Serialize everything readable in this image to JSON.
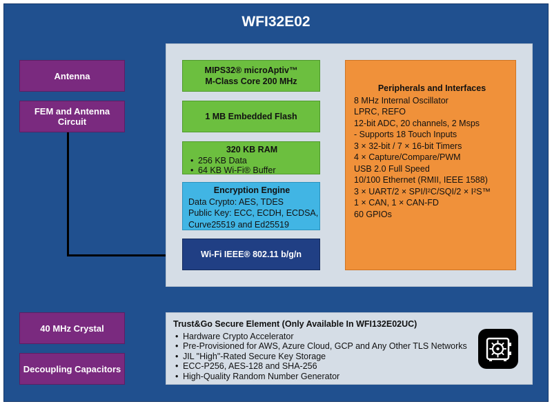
{
  "title": "WFI32E02",
  "left_blocks": {
    "antenna": "Antenna",
    "fem": "FEM and Antenna Circuit",
    "crystal": "40 MHz Crystal",
    "decoupling": "Decoupling Capacitors"
  },
  "core": {
    "line1": "MIPS32® microAptiv™",
    "line2": "M-Class Core 200 MHz"
  },
  "flash": "1 MB Embedded Flash",
  "ram": {
    "title": "320 KB RAM",
    "items": [
      "256 KB Data",
      "64 KB Wi-Fi® Buffer"
    ]
  },
  "crypto": {
    "title": "Encryption Engine",
    "lines": [
      "Data Crypto: AES, TDES",
      "Public Key: ECC, ECDH, ECDSA,",
      "Curve25519 and Ed25519"
    ]
  },
  "wifi": "Wi-Fi IEEE® 802.11 b/g/n",
  "peripherals": {
    "title": "Peripherals and Interfaces",
    "items": [
      "8 MHz Internal Oscillator",
      "LPRC, REFO",
      "12-bit ADC, 20 channels, 2 Msps",
      "- Supports 18 Touch Inputs",
      "3 × 32-bit / 7 × 16-bit Timers",
      "4 × Capture/Compare/PWM",
      "USB 2.0 Full Speed",
      "10/100 Ethernet (RMII, IEEE 1588)",
      "3 × UART/2 × SPI/I²C/SQI/2 × I²S™",
      "1 × CAN, 1 × CAN-FD",
      "60 GPIOs"
    ]
  },
  "secure": {
    "title": "Trust&Go Secure Element (Only Available In WFI132E02UC)",
    "items": [
      "Hardware Crypto Accelerator",
      "Pre-Provisioned for AWS, Azure Cloud, GCP and Any Other TLS Networks",
      "JIL \"High\"-Rated Secure Key Storage",
      "ECC-P256, AES-128 and SHA-256",
      "High-Quality Random Number Generator"
    ],
    "icon": "secure-vault-icon"
  },
  "colors": {
    "background": "#20508f",
    "left_blocks": "#7a2a7f",
    "core_memory": "#6cbf3f",
    "crypto": "#41b5e4",
    "wifi": "#203f84",
    "peripherals": "#f0913a",
    "panel": "#d5dde6"
  }
}
